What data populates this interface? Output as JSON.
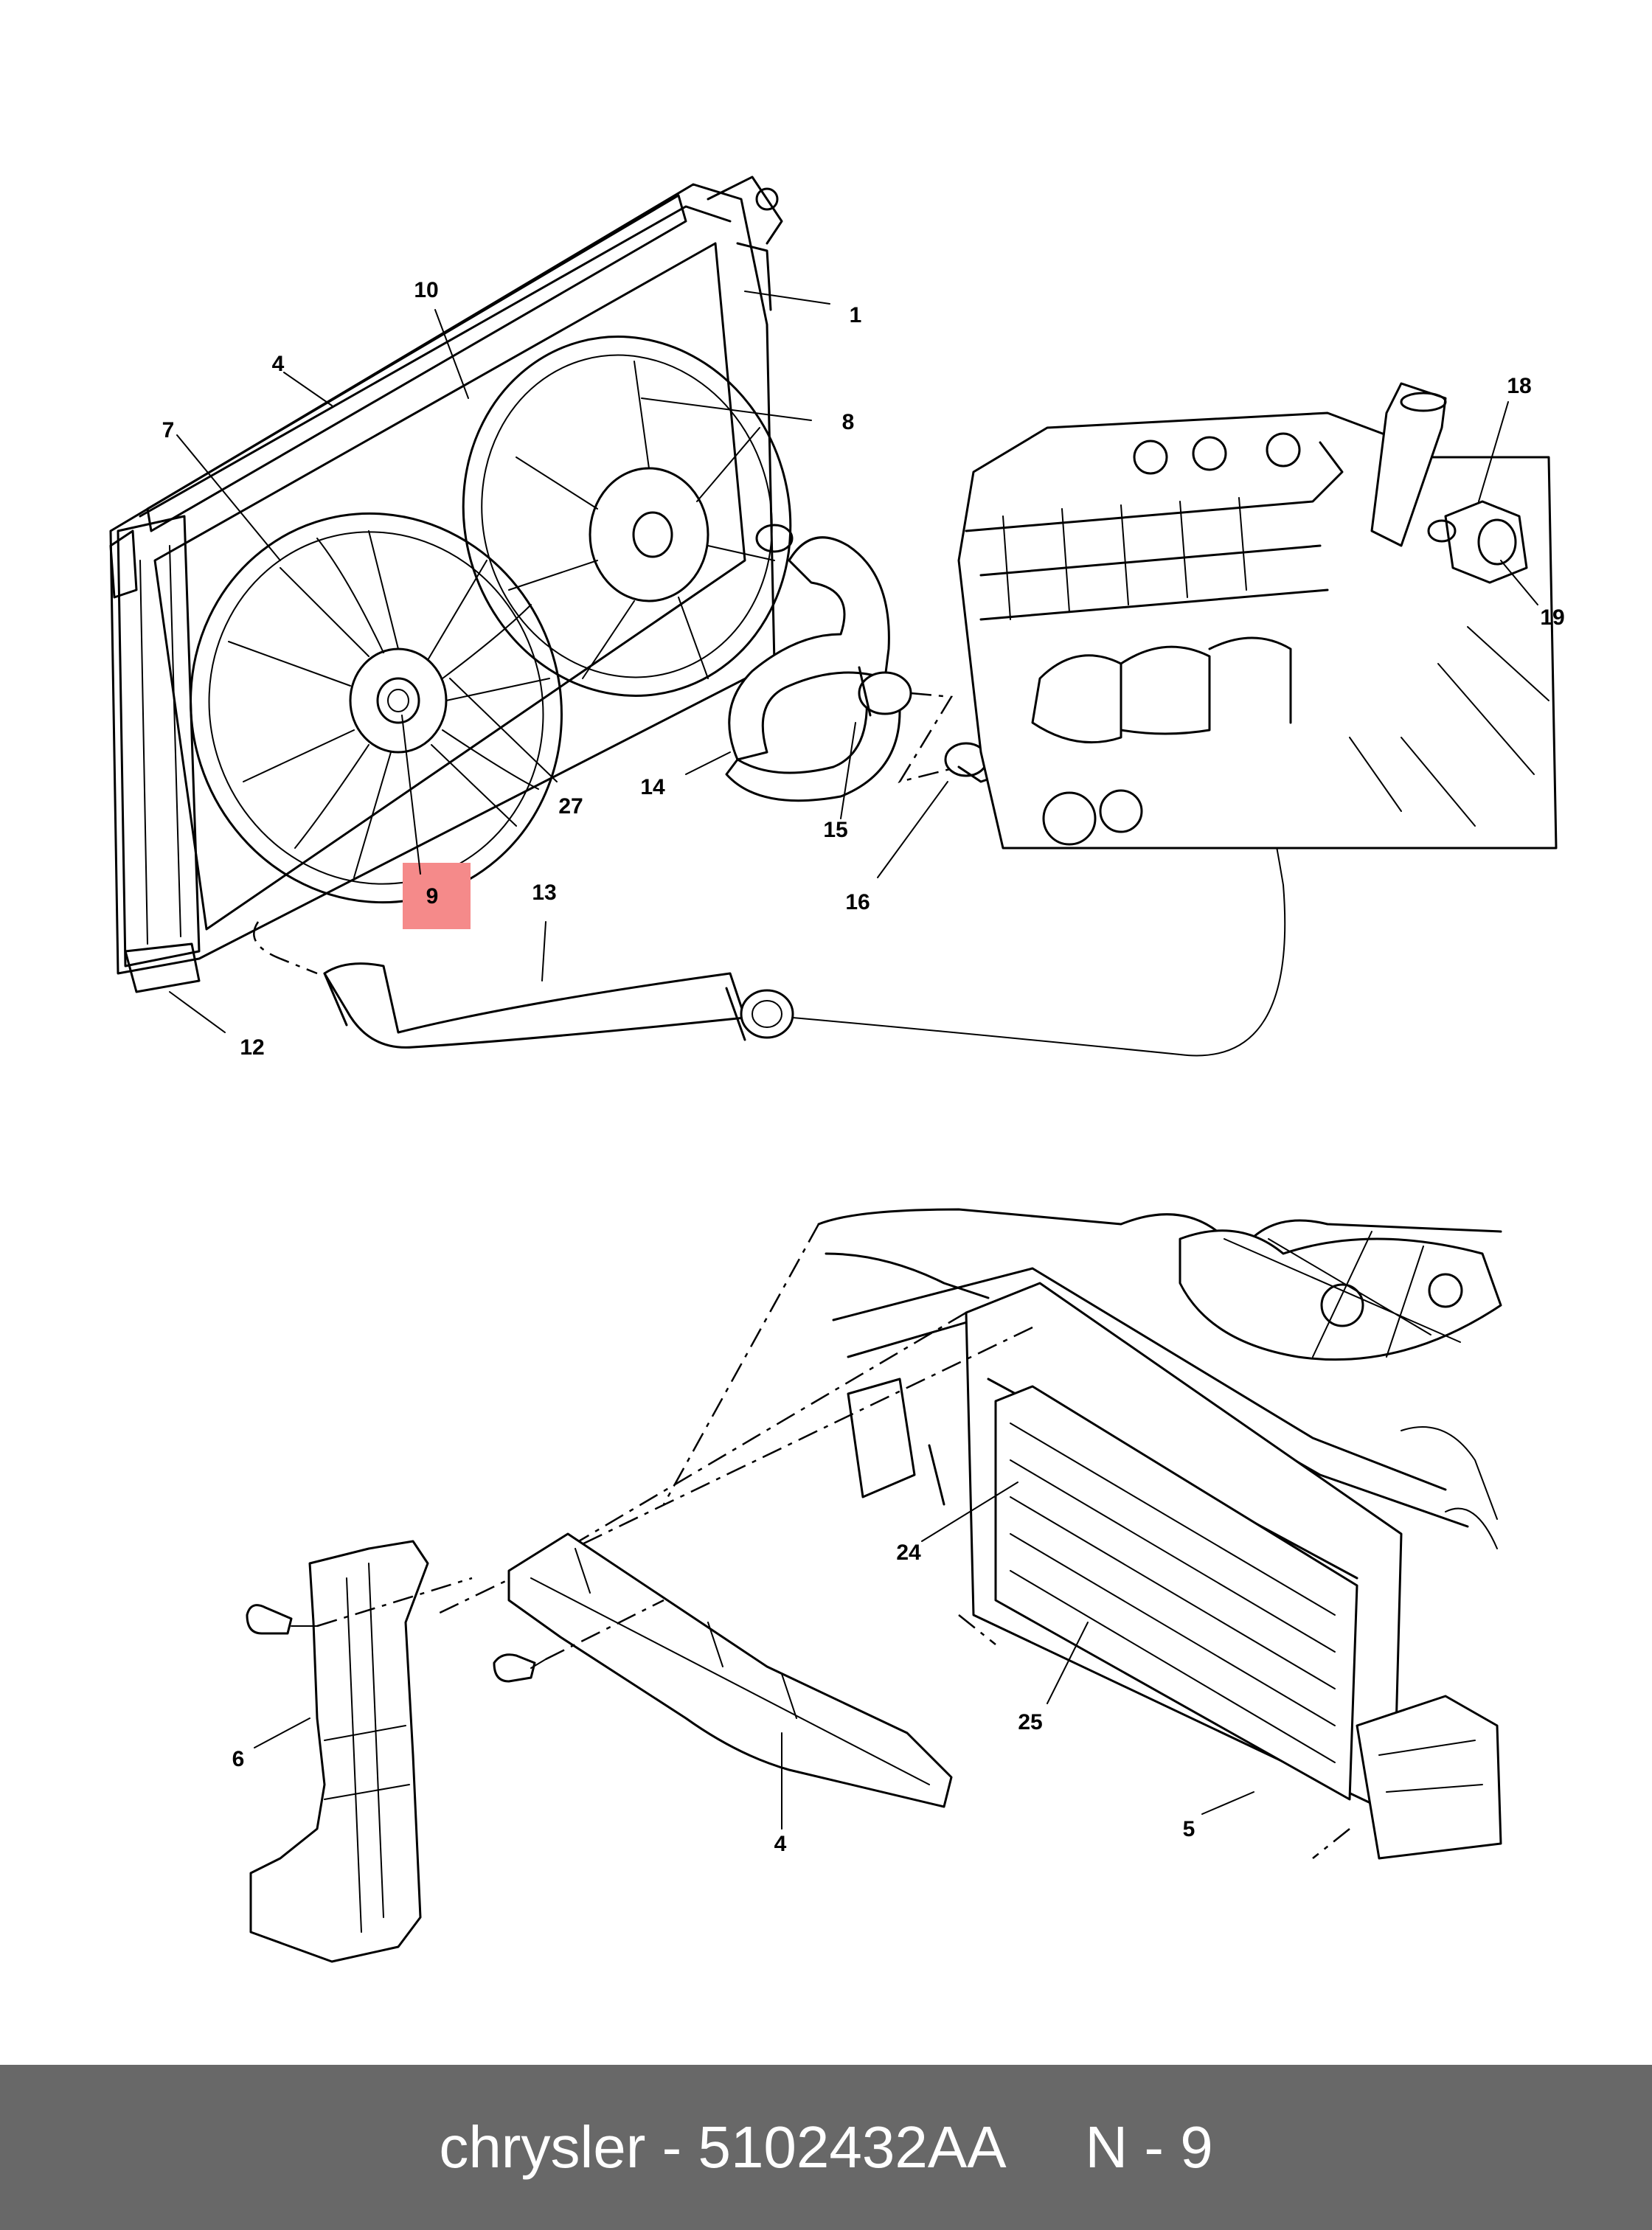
{
  "callouts": {
    "c1": "1",
    "c4_top": "4",
    "c7": "7",
    "c8": "8",
    "c9": "9",
    "c10": "10",
    "c12": "12",
    "c13": "13",
    "c14": "14",
    "c15": "15",
    "c16": "16",
    "c18": "18",
    "c19": "19",
    "c27": "27",
    "c4_bottom": "4",
    "c5": "5",
    "c6": "6",
    "c24": "24",
    "c25": "25"
  },
  "highlight": {
    "part": "9",
    "color": "#f58a8a"
  },
  "footer": {
    "text": "chrysler - 5102432AA     N - 9",
    "background": "#686868",
    "text_color": "#ffffff"
  }
}
